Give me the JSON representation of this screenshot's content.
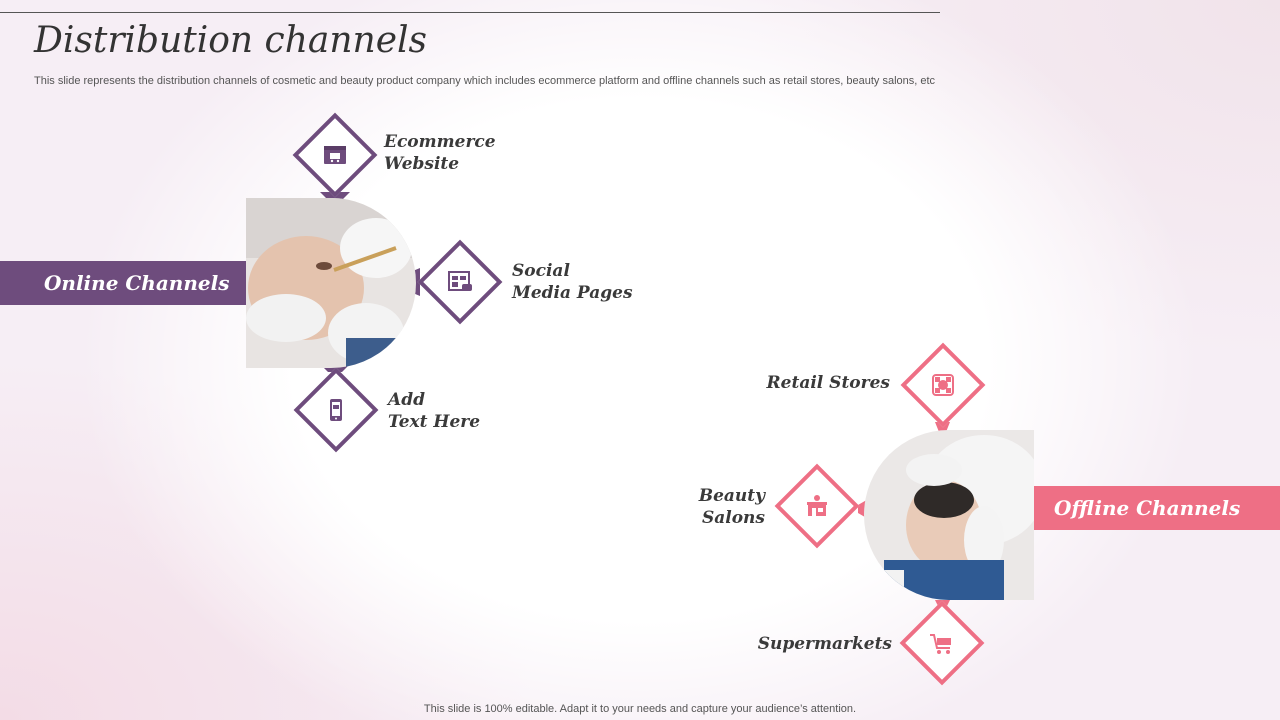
{
  "title": "Distribution channels",
  "subtitle": "This slide represents the distribution channels of cosmetic and beauty product company which includes ecommerce platform and offline channels such as retail stores, beauty salons, etc",
  "footer": "This slide is 100% editable. Adapt it to your needs and capture your audience’s attention.",
  "colors": {
    "online": "#6e4c7d",
    "offline": "#ee6f85",
    "text": "#3a3a3a"
  },
  "online": {
    "label": "Online Channels",
    "items": [
      {
        "line1": "Ecommerce",
        "line2": "Website",
        "icon": "ecommerce-website-icon"
      },
      {
        "line1": "Social",
        "line2": "Media Pages",
        "icon": "social-media-icon"
      },
      {
        "line1": "Add",
        "line2": "Text Here",
        "icon": "mobile-phone-icon"
      }
    ]
  },
  "offline": {
    "label": "Offline Channels",
    "items": [
      {
        "line1": "Retail Stores",
        "icon": "retail-store-icon"
      },
      {
        "line1": "Beauty",
        "line2": "Salons",
        "icon": "beauty-salon-icon"
      },
      {
        "line1": "Supermarkets",
        "icon": "shopping-cart-icon"
      }
    ]
  }
}
